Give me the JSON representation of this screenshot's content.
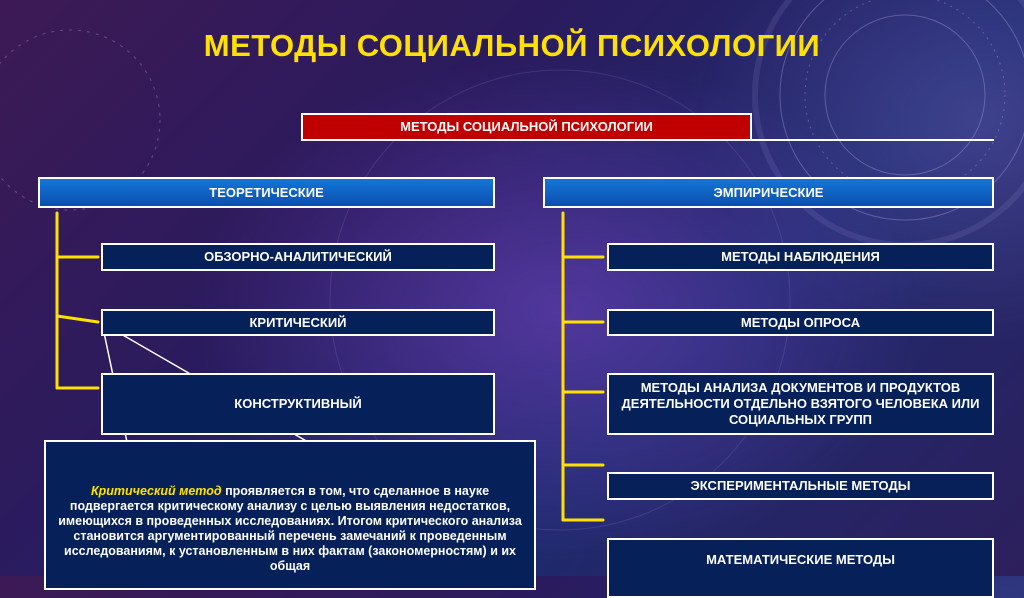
{
  "slide": {
    "title": "МЕТОДЫ СОЦИАЛЬНОЙ ПСИХОЛОГИИ"
  },
  "diagram": {
    "root": "МЕТОДЫ СОЦИАЛЬНОЙ ПСИХОЛОГИИ",
    "theoretical": {
      "label": "ТЕОРЕТИЧЕСКИЕ",
      "items": [
        "ОБЗОРНО-АНАЛИТИЧЕСКИЙ",
        "КРИТИЧЕСКИЙ",
        "КОНСТРУКТИВНЫЙ"
      ]
    },
    "empirical": {
      "label": "ЭМПИРИЧЕСКИЕ",
      "items": [
        "МЕТОДЫ НАБЛЮДЕНИЯ",
        "МЕТОДЫ ОПРОСА",
        "МЕТОДЫ АНАЛИЗА ДОКУМЕНТОВ И ПРОДУКТОВ ДЕЯТЕЛЬНОСТИ ОТДЕЛЬНО ВЗЯТОГО ЧЕЛОВЕКА ИЛИ СОЦИАЛЬНЫХ ГРУПП",
        "ЭКСПЕРИМЕНТАЛЬНЫЕ МЕТОДЫ",
        "МАТЕМАТИЧЕСКИЕ МЕТОДЫ"
      ]
    },
    "callout": {
      "term": "Критический метод",
      "text": " проявляется в том, что сделанное в науке подвергается критическому анализу с целью выявления недостатков, имеющихся в проведенных исследованиях. Итогом критического анализа становится аргументированный перечень замечаний к проведенным исследованиям, к установленным в них фактам (закономерностям) и их общая"
    }
  },
  "colors": {
    "title": "#ffe100",
    "root_fill": "#c00000",
    "category_fill": "#1476d8",
    "item_fill": "#06205a",
    "connector": "#ffe100"
  }
}
